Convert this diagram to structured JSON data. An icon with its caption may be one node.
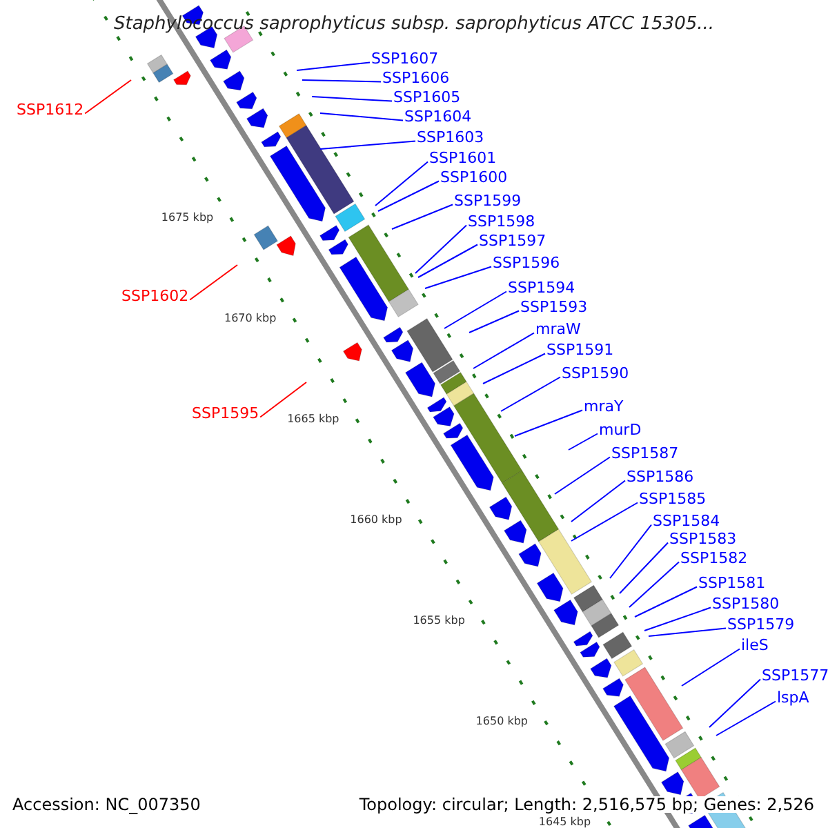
{
  "diagram": {
    "title": "Staphylococcus saprophyticus subsp. saprophyticus ATCC 15305...",
    "nodes": [
      {
        "text": [
          "SSP1607"
        ]
      },
      {
        "text": [
          "SSP1606"
        ]
      },
      {
        "text": [
          "SSP1605"
        ]
      },
      {
        "text": [
          "SSP1612"
        ]
      },
      {
        "text": [
          "SSP1604"
        ]
      },
      {
        "text": [
          "SSP1603"
        ]
      },
      {
        "text": [
          "SSP1601"
        ]
      },
      {
        "text": [
          "SSP1600"
        ]
      },
      {
        "text": [
          "SSP1599"
        ]
      },
      {
        "text": [
          "SSP1598"
        ]
      },
      {
        "text": [
          "SSP1597"
        ]
      },
      {
        "text": [
          "SSP1596"
        ]
      },
      {
        "text": [
          "SSP1594"
        ]
      },
      {
        "text": [
          "SSP1602"
        ]
      },
      {
        "text": [
          "SSP1593"
        ]
      },
      {
        "text": [
          "mraW"
        ]
      },
      {
        "text": [
          "SSP1591"
        ]
      },
      {
        "text": [
          "SSP1590"
        ]
      },
      {
        "text": [
          "mraY"
        ]
      },
      {
        "text": [
          "SSP1595"
        ]
      },
      {
        "text": [
          "murD"
        ]
      },
      {
        "text": [
          "SSP1587"
        ]
      },
      {
        "text": [
          "SSP1586"
        ]
      },
      {
        "text": [
          "SSP1585"
        ]
      },
      {
        "text": [
          "SSP1584"
        ]
      },
      {
        "text": [
          "SSP1583"
        ]
      },
      {
        "text": [
          "SSP1582"
        ]
      },
      {
        "text": [
          "SSP1581"
        ]
      },
      {
        "text": [
          "SSP1580"
        ]
      },
      {
        "text": [
          "SSP1579"
        ]
      },
      {
        "text": [
          "ileS"
        ]
      },
      {
        "text": [
          "SSP1577"
        ]
      },
      {
        "text": [
          "lspA"
        ]
      }
    ],
    "edges": [
      {
        "from": 0,
        "to": null,
        "arrow": "none"
      },
      {
        "from": 1,
        "to": null,
        "arrow": "none"
      },
      {
        "from": 2,
        "to": null,
        "arrow": "none"
      },
      {
        "from": 3,
        "to": null,
        "arrow": "none",
        "color": "#ff0000"
      },
      {
        "from": 4,
        "to": null,
        "arrow": "none"
      },
      {
        "from": 5,
        "to": null,
        "arrow": "none"
      },
      {
        "from": 6,
        "to": null,
        "arrow": "none"
      },
      {
        "from": 7,
        "to": null,
        "arrow": "none"
      },
      {
        "from": 8,
        "to": null,
        "arrow": "none"
      },
      {
        "from": 9,
        "to": null,
        "arrow": "none"
      },
      {
        "from": 10,
        "to": null,
        "arrow": "none"
      },
      {
        "from": 11,
        "to": null,
        "arrow": "none"
      },
      {
        "from": 12,
        "to": null,
        "arrow": "none"
      },
      {
        "from": 13,
        "to": null,
        "arrow": "none",
        "color": "#ff0000"
      },
      {
        "from": 14,
        "to": null,
        "arrow": "none"
      },
      {
        "from": 15,
        "to": null,
        "arrow": "none"
      },
      {
        "from": 16,
        "to": null,
        "arrow": "none"
      },
      {
        "from": 17,
        "to": null,
        "arrow": "none"
      },
      {
        "from": 18,
        "to": null,
        "arrow": "none"
      },
      {
        "from": 19,
        "to": null,
        "arrow": "none",
        "color": "#ff0000"
      },
      {
        "from": 20,
        "to": null,
        "arrow": "none"
      },
      {
        "from": 21,
        "to": null,
        "arrow": "none"
      },
      {
        "from": 22,
        "to": null,
        "arrow": "none"
      },
      {
        "from": 23,
        "to": null,
        "arrow": "none"
      },
      {
        "from": 24,
        "to": null,
        "arrow": "none"
      },
      {
        "from": 25,
        "to": null,
        "arrow": "none"
      },
      {
        "from": 26,
        "to": null,
        "arrow": "none"
      },
      {
        "from": 27,
        "to": null,
        "arrow": "none"
      },
      {
        "from": 28,
        "to": null,
        "arrow": "none"
      },
      {
        "from": 29,
        "to": null,
        "arrow": "none"
      },
      {
        "from": 30,
        "to": null,
        "arrow": "none"
      },
      {
        "from": 31,
        "to": null,
        "arrow": "none"
      },
      {
        "from": 32,
        "to": null,
        "arrow": "none"
      }
    ],
    "labels": [
      "1675 kbp",
      "1670 kbp",
      "1665 kbp",
      "1660 kbp",
      "1655 kbp",
      "1650 kbp",
      "1645 kbp",
      "Accession: NC_007350",
      "Topology: circular; Length: 2,516,575 bp; Genes: 2,526"
    ]
  }
}
